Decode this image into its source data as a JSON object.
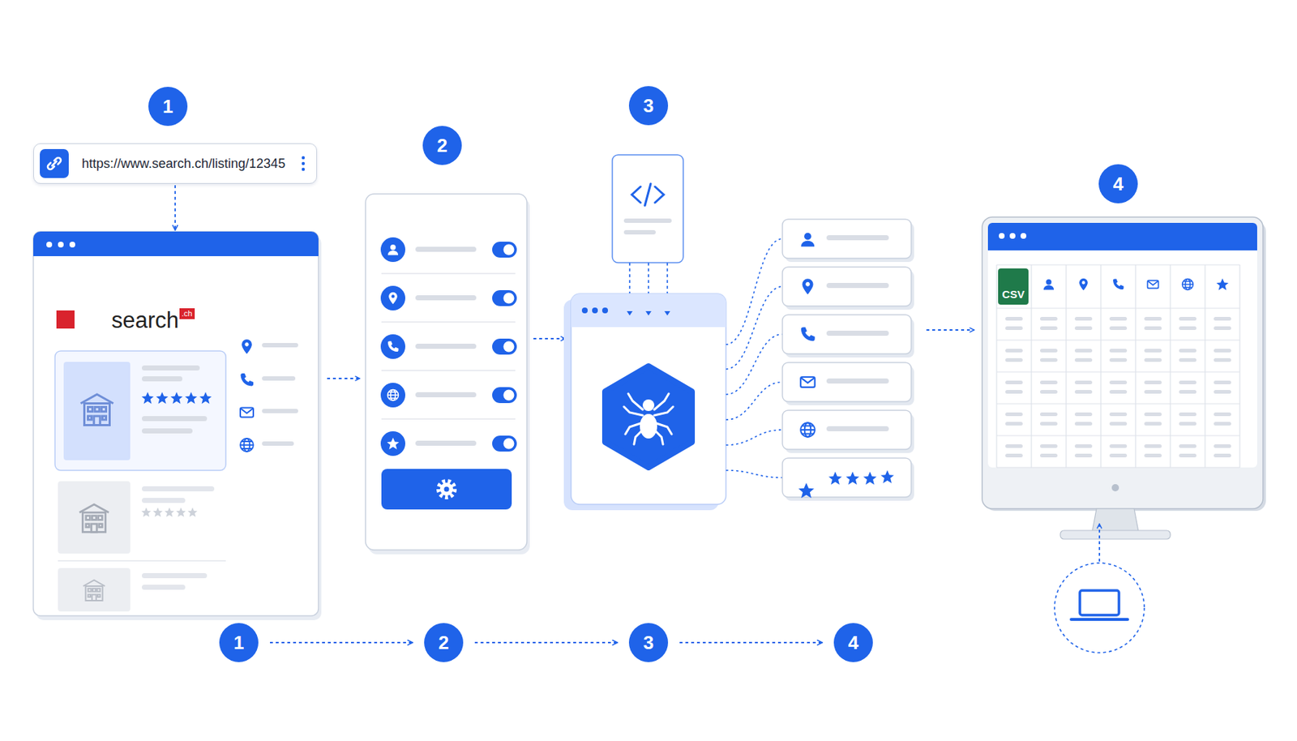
{
  "diagram": {
    "nodes": [
      {
        "text": [
          "1"
        ]
      },
      {
        "text": [
          "https://www.search.ch/listing/12345"
        ]
      },
      {
        "text": [
          "search"
        ]
      },
      {
        "text": [
          ".ch"
        ],
        "in": 2
      },
      {
        "text": [
          "2"
        ]
      },
      {
        "text": [
          "3"
        ]
      },
      {
        "text": [
          "4"
        ]
      },
      {
        "text": [
          "CSV"
        ]
      },
      {
        "text": [
          "1"
        ]
      },
      {
        "text": [
          "2"
        ]
      },
      {
        "text": [
          "3"
        ]
      },
      {
        "text": [
          "4"
        ]
      }
    ],
    "edges": [
      {
        "from": 1,
        "to": 2,
        "arrow": "to"
      },
      {
        "from": 8,
        "to": 9,
        "arrow": "to"
      },
      {
        "from": 9,
        "to": 10,
        "arrow": "to"
      },
      {
        "from": 10,
        "to": 11,
        "arrow": "to"
      }
    ]
  }
}
